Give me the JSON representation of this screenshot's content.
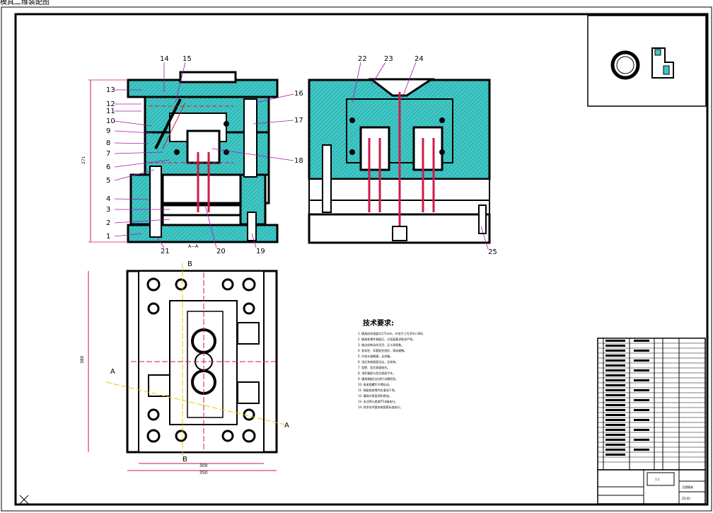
{
  "window": {
    "tab_title": "模具二维装配图"
  },
  "front_view": {
    "section_label": "A—A",
    "overall_height_dim": "271",
    "callouts_left": [
      "13",
      "12",
      "11",
      "10",
      "9",
      "8",
      "7",
      "6",
      "5",
      "4",
      "3",
      "2",
      "1"
    ],
    "callouts_top": [
      "14",
      "15"
    ],
    "callouts_right": [
      "16",
      "17",
      "18"
    ],
    "callouts_bottom": [
      "21",
      "20",
      "19"
    ]
  },
  "side_view": {
    "callouts_top": [
      "22",
      "23",
      "24"
    ],
    "callouts_bottom": [
      "25"
    ]
  },
  "top_view": {
    "section_marks": [
      "B",
      "B",
      "A",
      "A"
    ],
    "width_dim_inner": "300",
    "width_dim_outer": "350",
    "height_dim": "380"
  },
  "tech_requirements": {
    "title": "技术要求:",
    "lines": [
      "1. 模具闭合高度为271mm，外形尺寸为350×380。",
      "2. 模具各零件装配后，分型面要求贴合严密。",
      "3. 推出机构动作灵活，无卡滞现象。",
      "4. 各导柱、导套配合良好，滑动顺畅。",
      "5. 冷却水道畅通，无渗漏。",
      "6. 浇注系统表面光洁，无毛刺。",
      "7. 型腔、型芯表面抛光。",
      "8. 顶杆端面与型芯表面平齐。",
      "9. 模具装配后应进行试模检验。",
      "10. 各紧固螺钉不得松动。",
      "11. 装配前各零件应清洗干净。",
      "12. 模具外表面涂防锈油。",
      "13. 未注明公差按IT14级执行。",
      "14. 其余技术要求按国家标准执行。"
    ]
  },
  "title_block": {
    "scale": "1:1",
    "drawing_name": "注塑模具",
    "drawing_no": "ZS-00"
  }
}
